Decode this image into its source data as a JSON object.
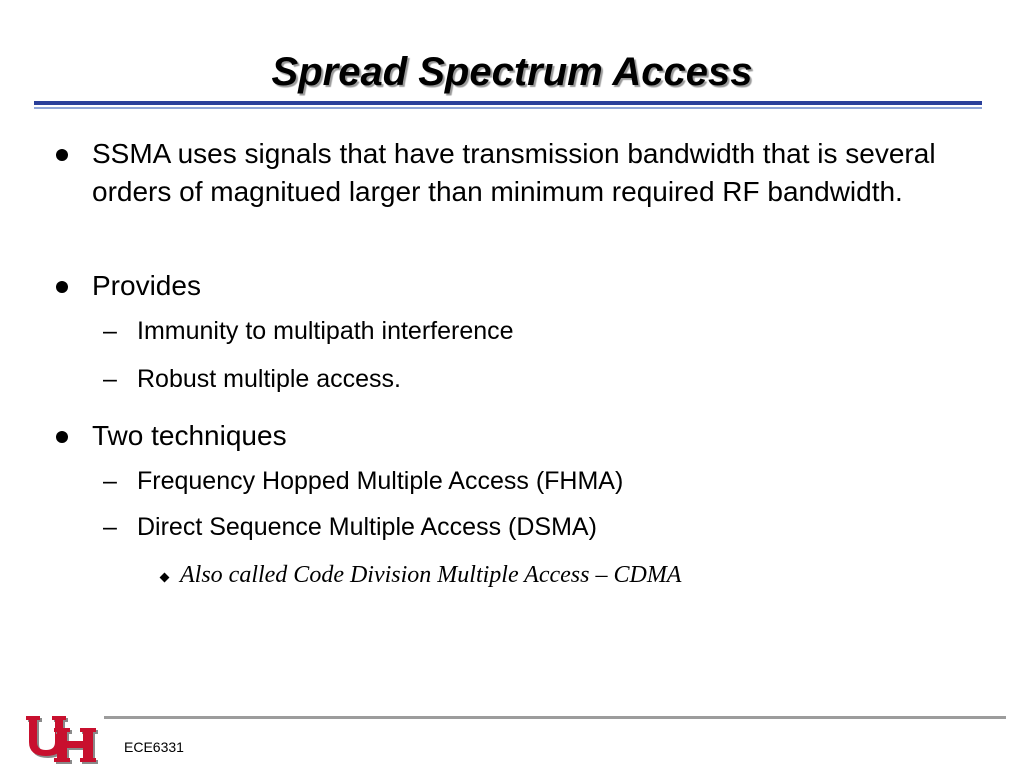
{
  "slide": {
    "title": "Spread Spectrum Access",
    "bullets": [
      {
        "text": "SSMA uses signals that have transmission bandwidth that is several orders of magnitued larger than minimum required RF bandwidth."
      },
      {
        "text": "Provides",
        "subitems": [
          "Immunity to multipath interference",
          "Robust multiple access."
        ]
      },
      {
        "text": "Two techniques",
        "subitems": [
          "Frequency Hopped Multiple Access (FHMA)",
          "Direct Sequence Multiple Access (DSMA)"
        ],
        "subsubitems": [
          "Also called Code Division Multiple Access – CDMA"
        ]
      }
    ],
    "dash_glyph": "–"
  },
  "footer": {
    "course_label": "ECE6331",
    "logo_icon": "uh-logo-icon"
  },
  "colors": {
    "title_rule": "#2a3f9a",
    "title_rule_light": "#8fa5d8",
    "footer_rule": "#9c9c9c",
    "logo_red": "#c8102e"
  }
}
